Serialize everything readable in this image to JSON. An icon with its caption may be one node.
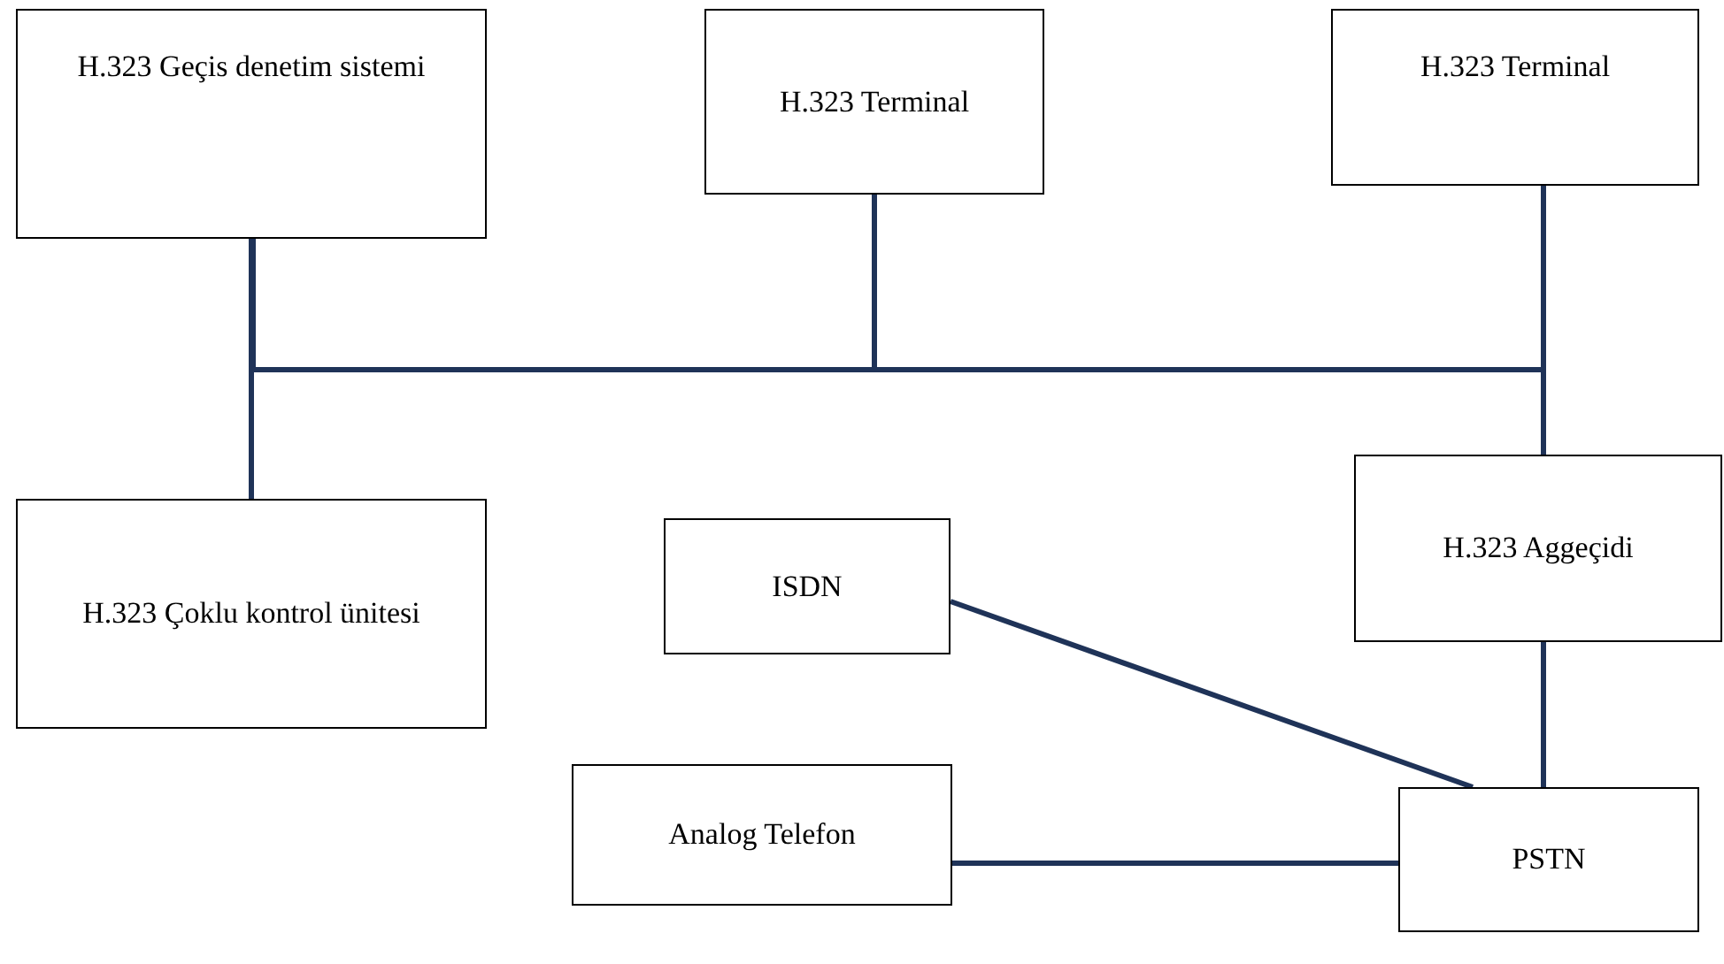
{
  "diagram": {
    "nodes": [
      {
        "text": [
          "H.323 Geçis denetim sistemi"
        ]
      },
      {
        "text": [
          "H.323 Terminal"
        ]
      },
      {
        "text": [
          "H.323 Terminal"
        ]
      },
      {
        "text": [
          "H.323 Çoklu kontrol ünitesi"
        ]
      },
      {
        "text": [
          "ISDN"
        ]
      },
      {
        "text": [
          "H.323 Aggeçidi"
        ]
      },
      {
        "text": [
          "Analog Telefon"
        ]
      },
      {
        "text": [
          "PSTN"
        ]
      }
    ],
    "edges": [
      {
        "from": 0,
        "to": 3,
        "arrow": "none"
      },
      {
        "from": 0,
        "to": 2,
        "arrow": "none"
      },
      {
        "from": 1,
        "to": 0,
        "arrow": "none"
      },
      {
        "from": 1,
        "to": 2,
        "arrow": "none"
      },
      {
        "from": 2,
        "to": 5,
        "arrow": "none"
      },
      {
        "from": 5,
        "to": 7,
        "arrow": "none"
      },
      {
        "from": 4,
        "to": 7,
        "arrow": "none"
      },
      {
        "from": 6,
        "to": 7,
        "arrow": "none"
      }
    ]
  }
}
